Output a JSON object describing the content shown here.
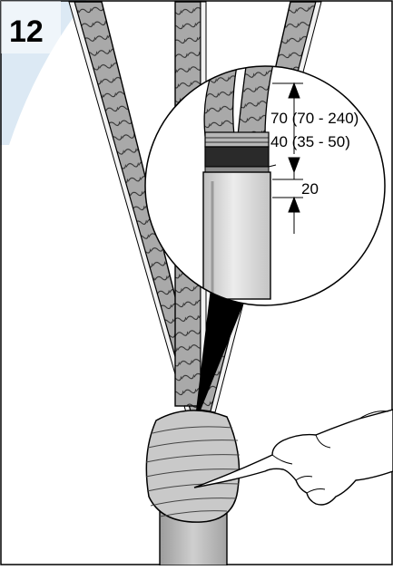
{
  "step_number": "12",
  "dimensions": {
    "upper": "70 (70 - 240)",
    "middle": "40 (35 - 50)",
    "lower": "20"
  },
  "colors": {
    "badge_band": "#dce9f4",
    "armour_fill": "#a9a9a9",
    "tape_fill": "#c9c9c9",
    "tube_fill": "#d9d9d9",
    "outline": "#000000"
  }
}
